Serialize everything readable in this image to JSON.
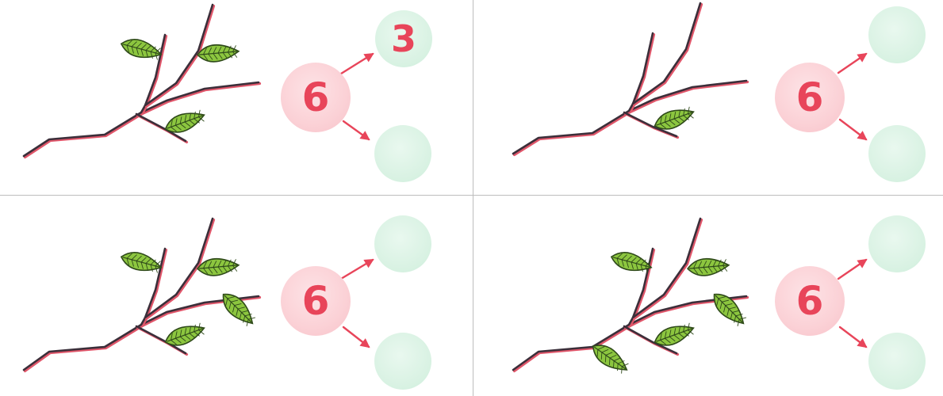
{
  "colors": {
    "branch": "#3b2f3a",
    "branch_shadow": "#e0566a",
    "leaf_fill": "#8cc63f",
    "leaf_vein": "#2f4a1a",
    "arrow": "#e8455a",
    "whole_bubble": "#fbd1d6",
    "part_bubble": "#d9f2e3",
    "number": "#e8455a",
    "divider": "#bdbdbd"
  },
  "panels": [
    {
      "whole": "6",
      "top_part": "3",
      "bottom_part": "",
      "leaves_on_branch": 3
    },
    {
      "whole": "6",
      "top_part": "",
      "bottom_part": "",
      "leaves_on_branch": 1
    },
    {
      "whole": "6",
      "top_part": "",
      "bottom_part": "",
      "leaves_on_branch": 4
    },
    {
      "whole": "6",
      "top_part": "",
      "bottom_part": "",
      "leaves_on_branch": 5
    }
  ],
  "icons": [
    "branch-with-leaves-icon",
    "leaf-icon",
    "arrow-icon"
  ]
}
